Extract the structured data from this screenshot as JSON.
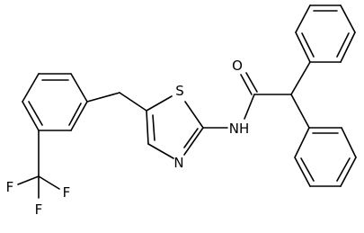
{
  "structure": {
    "atoms": {
      "O": "O",
      "NH": "NH",
      "S": "S",
      "N": "N",
      "F1": "F",
      "F2": "F",
      "F3": "F"
    }
  },
  "colors": {
    "bond": "#000000",
    "text": "#000000",
    "background": "#ffffff"
  }
}
